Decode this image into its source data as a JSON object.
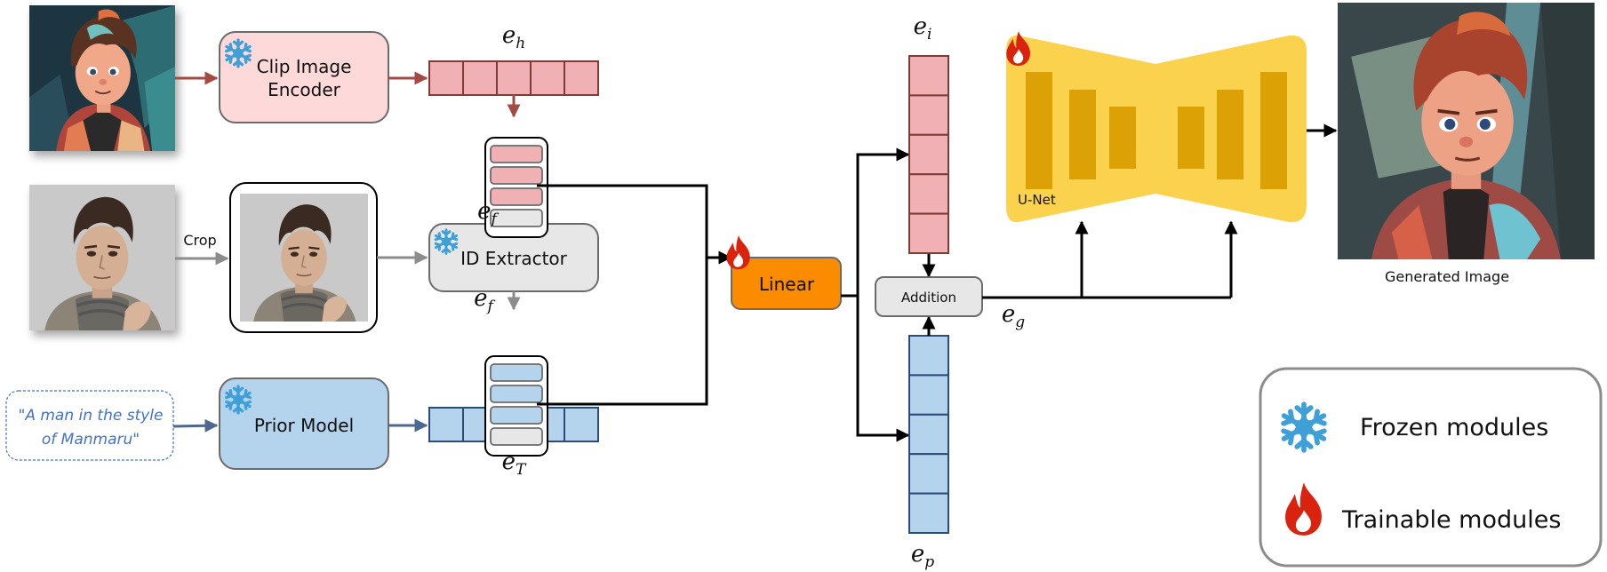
{
  "colors": {
    "pink_fill": "#F0B0B4",
    "pink_stroke": "#7F3B35",
    "pink_box": "#FDD9DA",
    "blue_fill": "#B4D3EC",
    "blue_stroke": "#2E4A7A",
    "blue_arrow": "#4D6791",
    "gray_fill": "#E7E7E7",
    "gray_stroke": "#6B6B6B",
    "orange_fill": "#FB8C00",
    "unet_fill": "#FBD24E",
    "unet_block": "#DCA104",
    "red_arrow": "#A24A44",
    "frozen_icon": "#3FA0D8",
    "trainable_icon": "#D9230F",
    "prompt_text": "#4472C4"
  },
  "inputs": {
    "style_image": {
      "label": "",
      "description": "Stylized anime portrait of a young man (reference style image)"
    },
    "face_image": {
      "description": "Photo portrait of a man"
    },
    "crop_label": "Crop",
    "cropped_face": {
      "description": "Cropped face photo"
    },
    "text_prompt": {
      "line1": "\"A man in the style",
      "line2": "of Manmaru\""
    }
  },
  "modules": {
    "clip_encoder": {
      "line1": "Clip Image",
      "line2": "Encoder",
      "state": "frozen"
    },
    "id_extractor": {
      "label": "ID Extractor",
      "state": "frozen"
    },
    "prior_model": {
      "label": "Prior Model",
      "state": "frozen"
    },
    "linear": {
      "label": "Linear",
      "state": "trainable"
    },
    "addition": {
      "label": "Addition"
    },
    "unet": {
      "label": "U-Net",
      "state": "trainable"
    }
  },
  "embeddings": {
    "e_h": {
      "base": "e",
      "sub": "h",
      "cells": 5
    },
    "e_T": {
      "base": "e",
      "sub": "T",
      "cells": 5
    },
    "e_f_top": {
      "base": "e",
      "sub": "f",
      "rows": [
        "pink",
        "pink",
        "pink",
        "gray"
      ]
    },
    "e_f_bottom": {
      "base": "e",
      "sub": "f",
      "rows": [
        "blue",
        "blue",
        "blue",
        "gray"
      ]
    },
    "e_i": {
      "base": "e",
      "sub": "i",
      "cells": 5
    },
    "e_p": {
      "base": "e",
      "sub": "p",
      "cells": 5
    },
    "e_g": {
      "base": "e",
      "sub": "g"
    }
  },
  "output": {
    "label": "Generated Image",
    "description": "Generated stylized anime portrait with the identity of the input face"
  },
  "legend": {
    "items": [
      {
        "icon": "snowflake-icon",
        "label": "Frozen modules"
      },
      {
        "icon": "flame-icon",
        "label": "Trainable modules"
      }
    ]
  }
}
